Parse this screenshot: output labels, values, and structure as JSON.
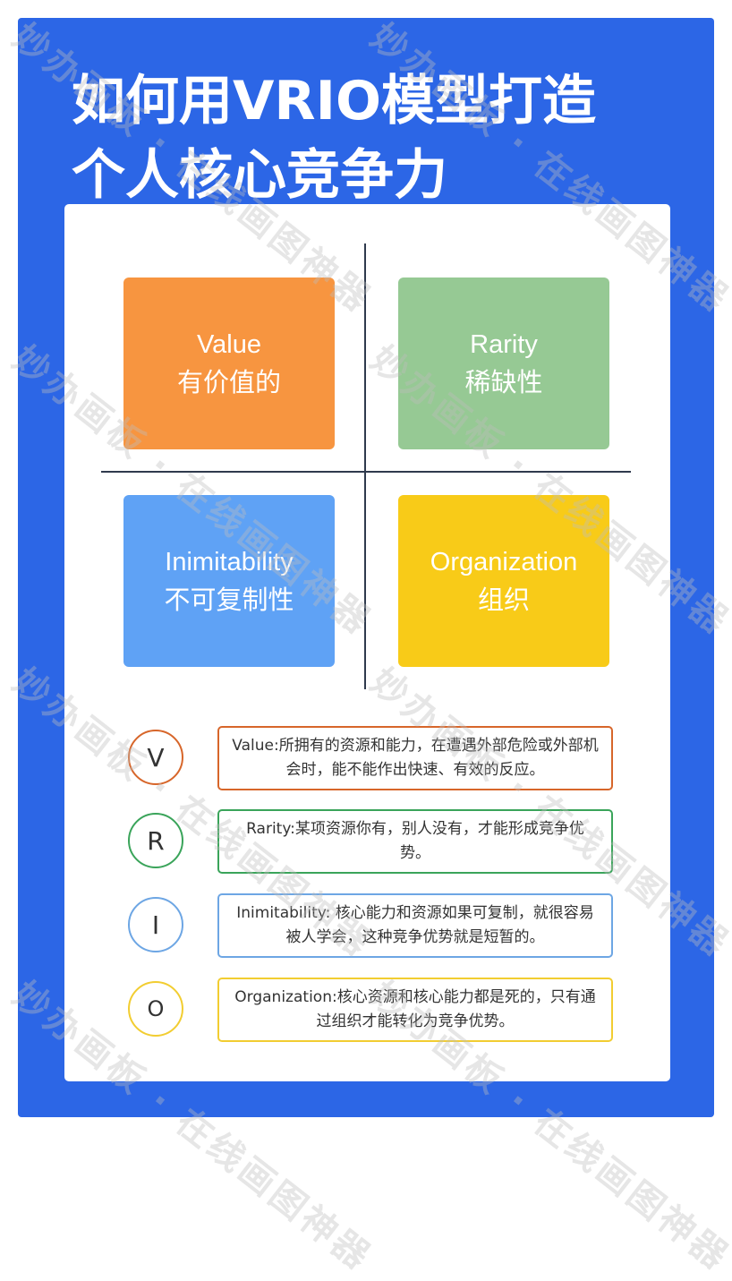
{
  "title": {
    "line1": "如何用VRIO模型打造",
    "line2": "个人核心竞争力"
  },
  "quadrants": [
    {
      "en": "Value",
      "zh": "有价值的",
      "color": "#f79540"
    },
    {
      "en": "Rarity",
      "zh": "稀缺性",
      "color": "#96c994"
    },
    {
      "en": "Inimitability",
      "zh": "不可复制性",
      "color": "#5fa2f5"
    },
    {
      "en": "Organization",
      "zh": "组织",
      "color": "#f8cb18"
    }
  ],
  "rows": [
    {
      "letter": "V",
      "text": "Value:所拥有的资源和能力，在遭遇外部危险或外部机会时，能不能作出快速、有效的反应。",
      "color": "#d7662a"
    },
    {
      "letter": "R",
      "text": "Rarity:某项资源你有，别人没有，才能形成竞争优势。",
      "color": "#3aa45a"
    },
    {
      "letter": "I",
      "text": "Inimitability: 核心能力和资源如果可复制，就很容易被人学会，这种竞争优势就是短暂的。",
      "color": "#6da6e4"
    },
    {
      "letter": "O",
      "text": "Organization:核心资源和核心能力都是死的，只有通过组织才能转化为竞争优势。",
      "color": "#f2cd31"
    }
  ],
  "watermark": "妙办画板 · 在线画图神器",
  "colors": {
    "background": "#2c66e6",
    "card": "#ffffff",
    "divider": "#2f3a4d"
  }
}
